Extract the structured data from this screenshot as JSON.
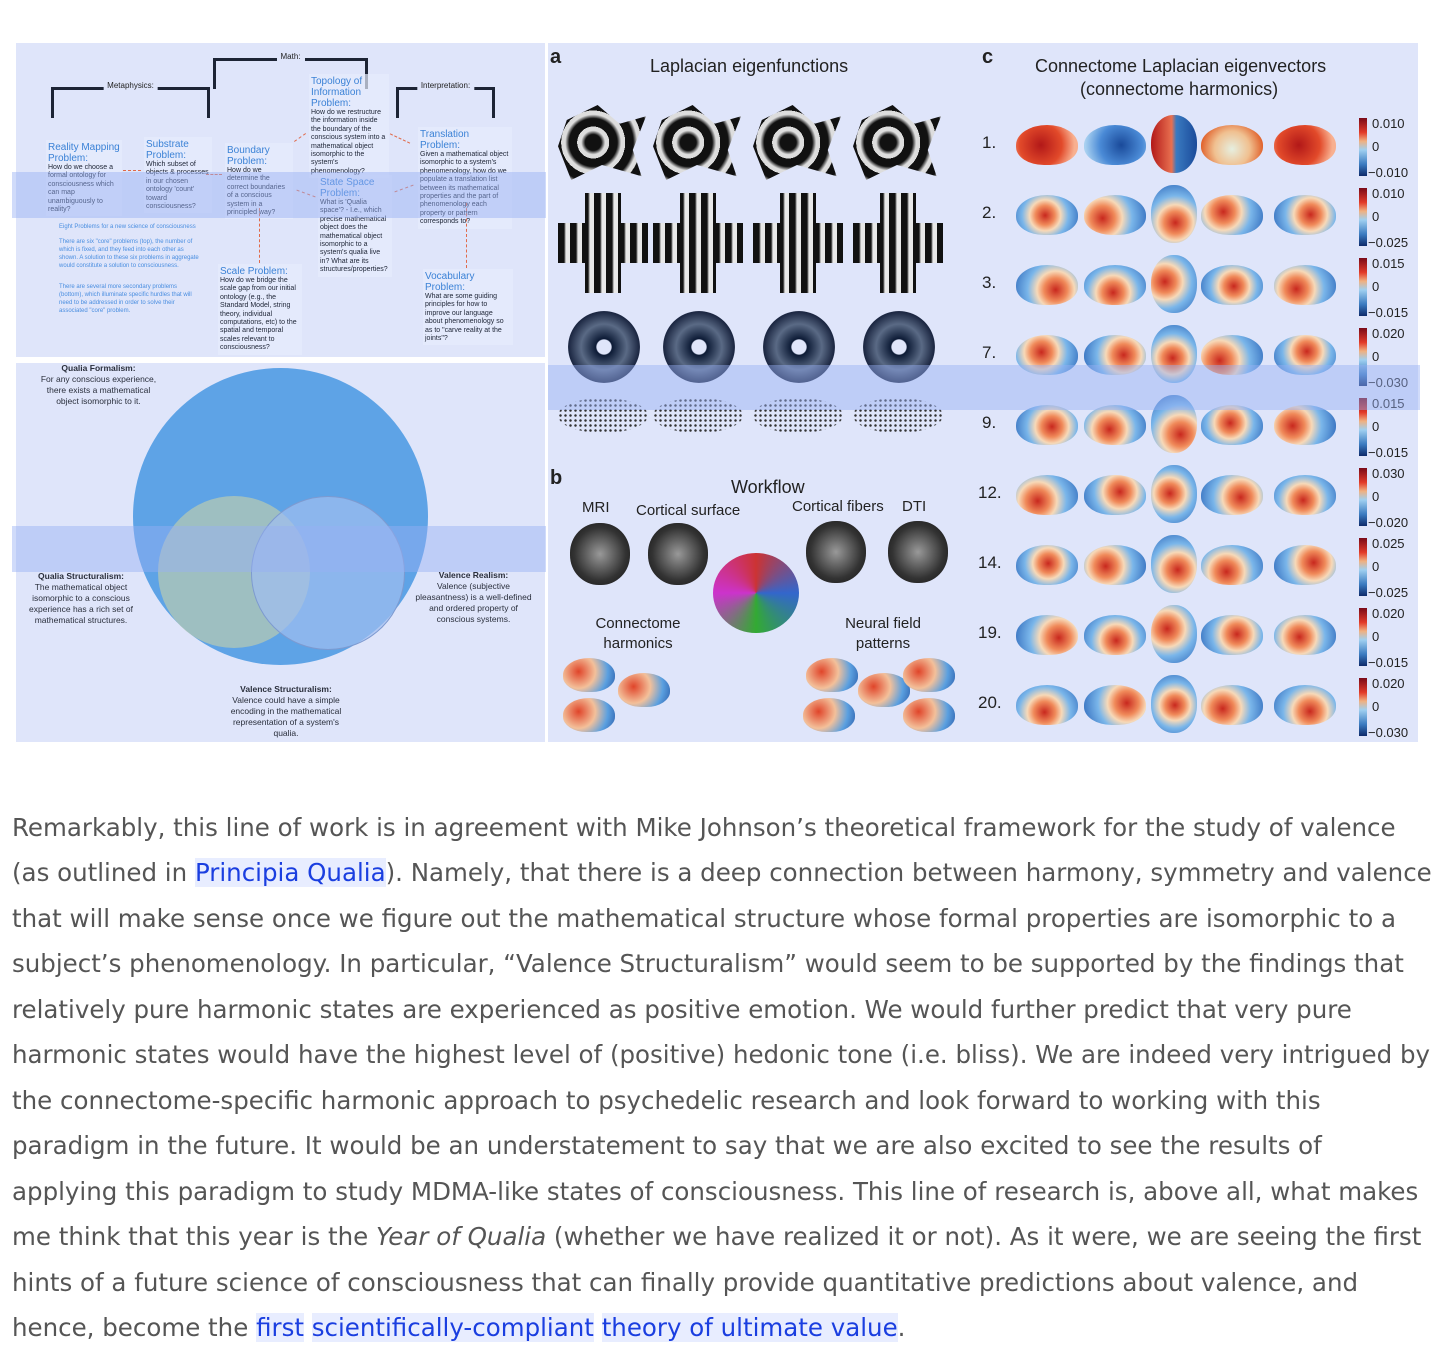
{
  "figure_left_top": {
    "brackets": [
      "Metaphysics:",
      "Math:",
      "Interpretation:"
    ],
    "problems": [
      {
        "title": "Reality Mapping Problem:",
        "text": "How do we choose a formal ontology for consciousness which can map unambiguously to reality?"
      },
      {
        "title": "Substrate Problem:",
        "text": "Which subset of objects & processes in our chosen ontology 'count' toward consciousness?"
      },
      {
        "title": "Boundary Problem:",
        "text": "How do we determine the correct boundaries of a conscious system in a principled way?"
      },
      {
        "title": "Topology of Information Problem:",
        "text": "How do we restructure the information inside the boundary of the conscious system into a mathematical object isomorphic to the system's phenomenology?"
      },
      {
        "title": "State Space Problem:",
        "text": "What is 'Qualia space'? - I.e., which precise mathematical object does the mathematical object isomorphic to a system's qualia live in? What are its structures/properties?"
      },
      {
        "title": "Translation Problem:",
        "text": "Given a mathematical object isomorphic to a system's phenomenology, how do we populate a translation list between its mathematical properties and the part of phenomenology each property or pattern corresponds to?"
      },
      {
        "title": "Scale Problem:",
        "text": "How do we bridge the scale gap from our initial ontology (e.g., the Standard Model, string theory, individual computations, etc) to the spatial and temporal scales relevant to consciousness?"
      },
      {
        "title": "Vocabulary Problem:",
        "text": "What are some guiding principles for how to improve our language about phenomenology so as to \"carve reality at the joints\"?"
      }
    ],
    "notes": [
      "Eight Problems for a new science of consciousness",
      "There are six \"core\" problems (top), the number of which is fixed, and they feed into each other as shown. A solution to these six problems in aggregate would constitute a solution to consciousness.",
      "There are several more secondary problems (bottom), which illuminate specific hurdles that will need to be addressed in order to solve their associated \"core\" problem."
    ]
  },
  "figure_left_bottom": {
    "labels": [
      {
        "title": "Qualia Formalism:",
        "text": "For any conscious experience, there exists a mathematical object isomorphic to it."
      },
      {
        "title": "Qualia Structuralism:",
        "text": "The mathematical object isomorphic to a conscious experience has a rich set of mathematical structures."
      },
      {
        "title": "Valence Realism:",
        "text": "Valence (subjective pleasantness) is a well-defined and ordered property of conscious systems."
      },
      {
        "title": "Valence Structuralism:",
        "text": "Valence could have a simple encoding in the mathematical representation of a system's qualia."
      }
    ],
    "colors": {
      "outer": "#5ea3e6",
      "left": "#a3bfb8",
      "right": "#8fb0ee"
    }
  },
  "figure_right": {
    "a": {
      "letter": "a",
      "title": "Laplacian eigenfunctions"
    },
    "b": {
      "letter": "b",
      "title": "Workflow",
      "labels": [
        "MRI",
        "Cortical surface",
        "Cortical fibers",
        "DTI",
        "Connectome harmonics",
        "Neural field patterns"
      ]
    },
    "c": {
      "letter": "c",
      "title_line1": "Connectome Laplacian eigenvectors",
      "title_line2": "(connectome harmonics)",
      "rows": [
        {
          "label": "1.",
          "max": "0.010",
          "zero": "0",
          "min": "−0.010"
        },
        {
          "label": "2.",
          "max": "0.010",
          "zero": "0",
          "min": "−0.025"
        },
        {
          "label": "3.",
          "max": "0.015",
          "zero": "0",
          "min": "−0.015"
        },
        {
          "label": "7.",
          "max": "0.020",
          "zero": "0",
          "min": "−0.030"
        },
        {
          "label": "9.",
          "max": "0.015",
          "zero": "0",
          "min": "−0.015"
        },
        {
          "label": "12.",
          "max": "0.030",
          "zero": "0",
          "min": "−0.020"
        },
        {
          "label": "14.",
          "max": "0.025",
          "zero": "0",
          "min": "−0.025"
        },
        {
          "label": "19.",
          "max": "0.020",
          "zero": "0",
          "min": "−0.015"
        },
        {
          "label": "20.",
          "max": "0.020",
          "zero": "0",
          "min": "−0.030"
        }
      ]
    }
  },
  "paragraph": {
    "t1": "Remarkably, this line of work is in agreement with Mike Johnson’s theoretical framework for the study of valence (as outlined in ",
    "link1": "Principia Qualia",
    "t2": "). Namely, that there is a deep connection between harmony, symmetry and valence that will make sense once we figure out the mathematical structure whose formal properties are isomorphic to a subject’s phenomenology. In particular, “Valence Structuralism” would seem to be supported by the findings that relatively pure harmonic states are experienced as positive emotion. We would further predict that very pure harmonic states would have the highest level of (positive) hedonic tone (i.e. bliss). We are indeed very intrigued by the connectome-specific harmonic approach to psychedelic research and look forward to working with this paradigm in the future. It would be an understatement to say that we are also excited to see the results of applying this paradigm to study MDMA-like states of consciousness. This line of research is, above all, what makes me think that this year is the ",
    "em": "Year of Qualia",
    "t3": " (whether we have realized it or not). As it were, we are seeing the first hints of a future science of consciousness that can finally provide quantitative predictions about valence, and hence, become the ",
    "link2": "first",
    "link3": "scientifically-compliant",
    "link4": "theory of ultimate value",
    "t4": "."
  }
}
